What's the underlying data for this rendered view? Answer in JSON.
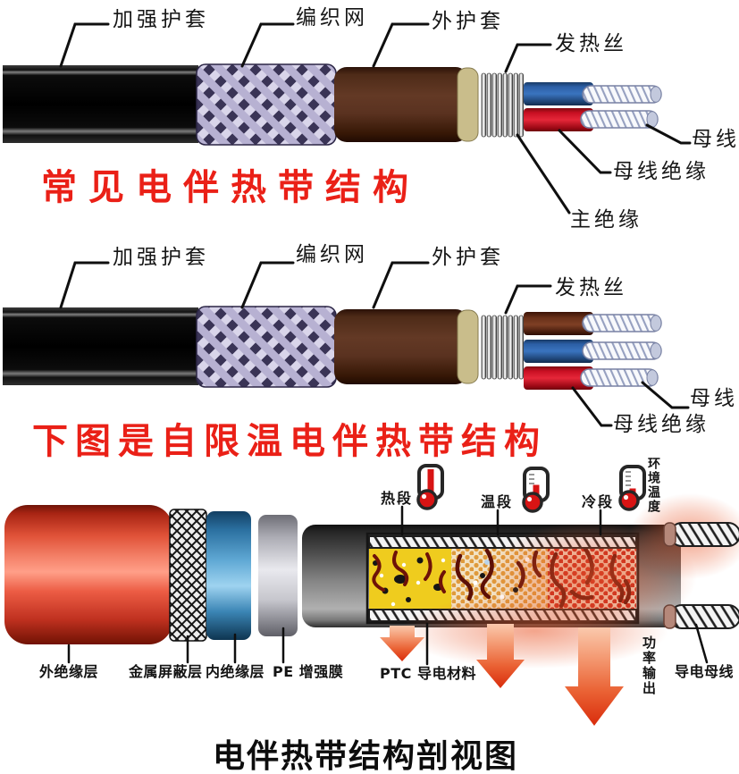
{
  "palette": {
    "caption_red": "#ea2017",
    "label_black": "#161616",
    "sheath_black": "#0a0a0a",
    "braid_lavender": "#d9d5ea",
    "sheath_brown": "#633925",
    "end_cap_tan": "#c9bd8b",
    "wire_blue": "#2c5fa6",
    "wire_red": "#c80f22",
    "wire_brown": "#693019",
    "outer_layer_red": "#e05238",
    "inner_layer_blue": "#5fa8d4",
    "pe_film_silver": "#e9e9ee",
    "ptc_yellow": "#efcc1e",
    "arrow_red": "#d92c0c",
    "thermometer_red": "#d81414"
  },
  "common_cable": {
    "caption": "常见电伴热带结构",
    "labels": {
      "reinforced_sheath": "加强护套",
      "braid_mesh": "编织网",
      "outer_sheath": "外护套",
      "heating_wire": "发热丝",
      "bus_wire": "母线",
      "bus_insulation": "母线绝缘",
      "main_insulation": "主绝缘"
    }
  },
  "self_limiting_cable": {
    "caption": "下图是自限温电伴热带结构",
    "labels": {
      "reinforced_sheath": "加强护套",
      "braid_mesh": "编织网",
      "outer_sheath": "外护套",
      "heating_wire": "发热丝",
      "bus_wire": "母线",
      "bus_insulation": "母线绝缘"
    }
  },
  "cutaway": {
    "zones": {
      "hot": "热段",
      "warm": "温段",
      "cold": "冷段"
    },
    "ambient_temperature": "环境温度",
    "layers": {
      "outer_insulation": "外绝缘层",
      "metal_shield": "金属屏蔽层",
      "inner_insulation": "内绝缘层",
      "pe_film": "PE 增强膜",
      "ptc_material": "PTC 导电材料",
      "power_output": "功率输出",
      "bus_wire": "导电母线"
    },
    "title": "电伴热带结构剖视图"
  }
}
